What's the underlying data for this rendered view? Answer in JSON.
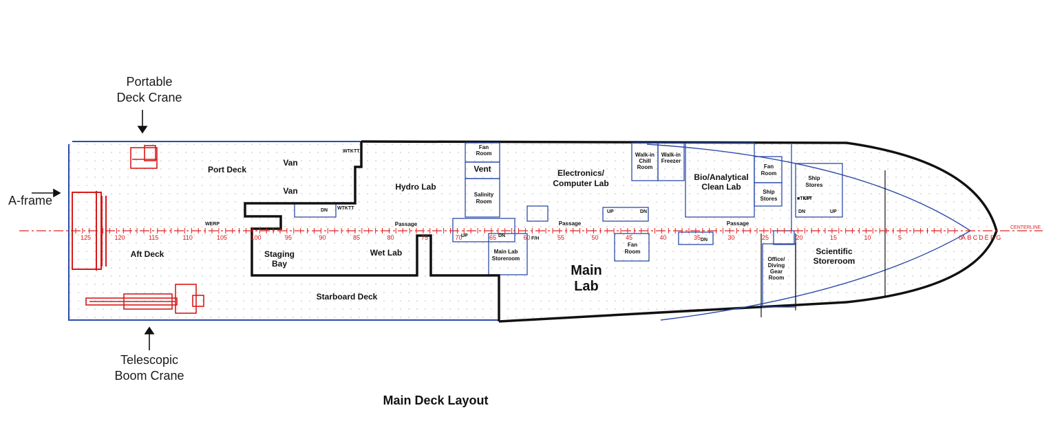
{
  "callouts": {
    "portable_crane": [
      "Portable",
      "Deck Crane"
    ],
    "a_frame": "A-frame",
    "telescopic_crane": [
      "Telescopic",
      "Boom Crane"
    ]
  },
  "rooms": {
    "port_deck": "Port Deck",
    "van_1": "Van",
    "van_2": "Van",
    "aft_deck": "Aft Deck",
    "staging_bay": [
      "Staging",
      "Bay"
    ],
    "wet_lab": "Wet Lab",
    "starboard_deck": "Starboard Deck",
    "hydro_lab": "Hydro Lab",
    "fan_room_1": [
      "Fan",
      "Room"
    ],
    "vent": "Vent",
    "salinity_room": [
      "Salinity",
      "Room"
    ],
    "main_lab_storeroom": [
      "Main Lab",
      "Storeroom"
    ],
    "electronics_lab": [
      "Electronics/",
      "Computer Lab"
    ],
    "main_lab": [
      "Main",
      "Lab"
    ],
    "walk_in_chill": [
      "Walk-in",
      "Chill",
      "Room"
    ],
    "walk_in_freezer": [
      "Walk-in",
      "Freezer"
    ],
    "fan_room_2": [
      "Fan",
      "Room"
    ],
    "bio_clean_lab": [
      "Bio/Analytical",
      "Clean Lab"
    ],
    "fan_room_3": [
      "Fan",
      "Room"
    ],
    "ship_stores_1": [
      "Ship",
      "Stores"
    ],
    "ship_stores_2": [
      "Ship",
      "Stores"
    ],
    "office_diving": [
      "Office/",
      "Diving",
      "Gear",
      "Room"
    ],
    "scientific_storeroom": [
      "Scientific",
      "Storeroom"
    ]
  },
  "passages": [
    "Passage",
    "Passage",
    "Passage"
  ],
  "small_labels": {
    "werp": "WERP",
    "centerline": "CENTERLINE",
    "up_dn": [
      "UP",
      "DN",
      "UP",
      "DN",
      "UP",
      "DN",
      "DN",
      "DN",
      "UP"
    ],
    "tktt": [
      "WTKTT",
      "WTKTT",
      "■TKTT"
    ],
    "fh": "F/H"
  },
  "frame_numbers": [
    "125",
    "120",
    "115",
    "110",
    "105",
    "100",
    "95",
    "90",
    "85",
    "80",
    "75",
    "70",
    "65",
    "60",
    "55",
    "50",
    "45",
    "40",
    "35",
    "30",
    "25",
    "20",
    "15",
    "10",
    "5",
    "0",
    "A",
    "B",
    "C",
    "D",
    "E",
    "F",
    "G"
  ],
  "colors": {
    "outline": "#111111",
    "hull_blue": "#2b4aa8",
    "centerline_red": "#e02020",
    "equipment_red": "#d81818"
  },
  "caption": "Main Deck Layout"
}
